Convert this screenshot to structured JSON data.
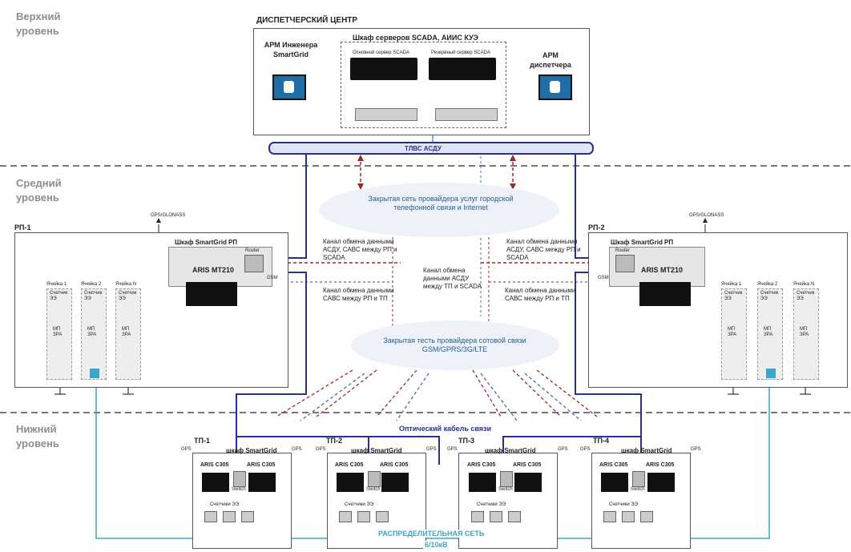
{
  "levels": {
    "upper": "Верхний уровень",
    "middle": "Средний уровень",
    "lower": "Нижний уровень"
  },
  "dispatch": {
    "title": "ДИСПЕТЧЕРСКИЙ ЦЕНТР",
    "arm_engineer": "АРМ Инженера SmartGrid",
    "arm_dispatcher": "АРМ диспетчера",
    "cabinet": "Шкаф серверов SCADA, АИИС КУЭ",
    "main_server": "Основной сервер SCADA",
    "backup_server": "Резервный сервер SCADA",
    "bus": "ТЛВС АСДУ"
  },
  "clouds": {
    "landline": "Закрытая сеть провайдера услуг городской телефонной связи и Internet",
    "cellular": "Закрытая тесть провайдера сотовой связи GSM/GPRS/3G/LTE"
  },
  "channels": {
    "left_top": "Канал обмена данными АСДУ, САВС между РП и SCADA",
    "right_top": "Канал обмена данными АСДУ, САВС между РП и SCADA",
    "center": "Канал обмена данными АСДУ между ТП и SCADA",
    "left_bottom": "Канал обмена данными САВС между РП и ТП",
    "right_bottom": "Канал обмена данными САВС между РП и ТП"
  },
  "rp1": {
    "label": "РП-1",
    "gps": "GPS/GLONASS",
    "cabinet": "Шкаф SmartGrid РП",
    "device": "ARIS MT210",
    "router": "Router",
    "gsm": "GSM",
    "cells": [
      "Ячейка 1",
      "Ячейка 2",
      "Ячейка N"
    ],
    "meter": "Счетчик ЭЭ",
    "mp": "МП ЗРА"
  },
  "rp2": {
    "label": "РП-2",
    "gps": "GPS/GLONASS",
    "cabinet": "Шкаф SmartGrid РП",
    "device": "ARIS MT210",
    "router": "Router",
    "gsm": "GSM",
    "cells": [
      "Ячейка 1",
      "Ячейка 2",
      "Ячейка N"
    ],
    "meter": "Счетчик ЭЭ",
    "mp": "МП ЗРА"
  },
  "optical": "Оптический кабель связи",
  "tp_cabinet": "шкаф SmartGrid",
  "tps": [
    {
      "label": "ТП-1"
    },
    {
      "label": "ТП-2"
    },
    {
      "label": "ТП-3"
    },
    {
      "label": "ТП-4"
    }
  ],
  "tp_common": {
    "gps": "GPS",
    "device": "ARIS C305",
    "switch": "Switch",
    "meters": "Счетчики ЭЭ"
  },
  "distribution": {
    "line1": "РАСПРЕДЕЛИТЕЛЬНАЯ СЕТЬ",
    "line2": "6/10кВ"
  },
  "colors": {
    "fiber": "#2b2f8f",
    "channel": "#9a2a2a",
    "bus_cyan": "#3aa7c8",
    "purple": "#8a4a8a",
    "cloud": "#eef2f8"
  }
}
